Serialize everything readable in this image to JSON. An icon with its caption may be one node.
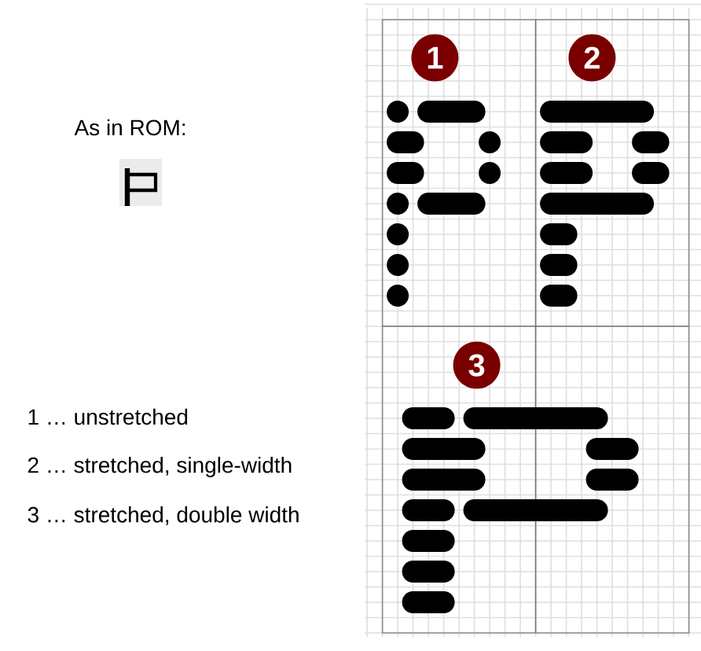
{
  "diagram": {
    "nodes": [
      {
        "text": [
          "1"
        ]
      },
      {
        "text": [
          "2"
        ]
      },
      {
        "text": [
          "3"
        ]
      }
    ],
    "labels": [
      "As in ROM:",
      "1 … unstretched",
      "2 … stretched, single-width",
      "3 … stretched, double width"
    ]
  }
}
